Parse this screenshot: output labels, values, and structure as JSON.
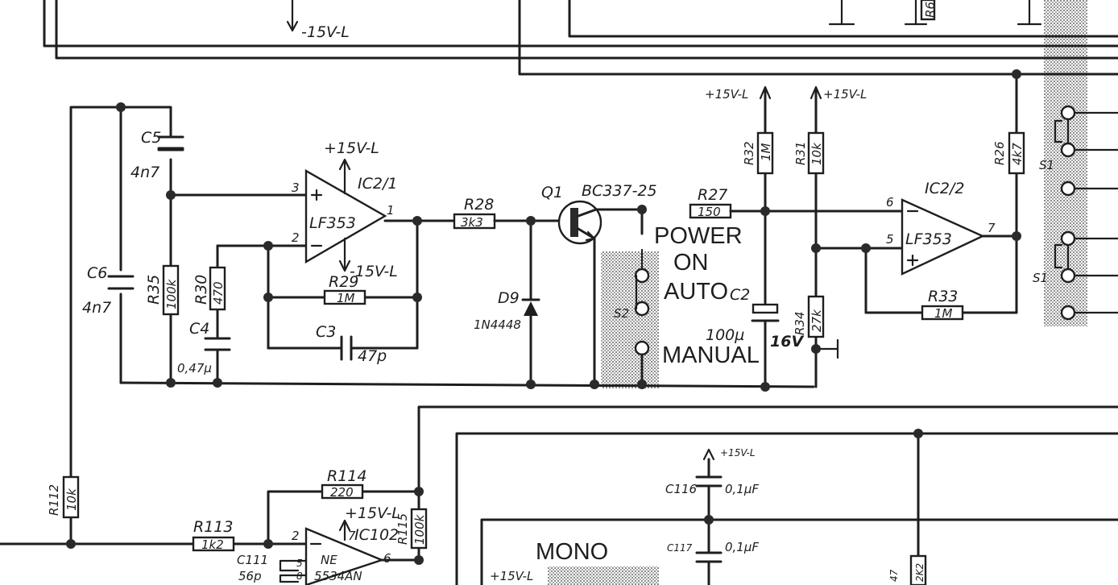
{
  "rails": {
    "neg_top": "-15V-L",
    "pos_r32": "+15V-L",
    "pos_r31": "+15V-L",
    "pos_ic21": "+15V-L",
    "neg_ic21": "-15V-L",
    "pos_ic102": "+15V-L",
    "pos_c116": "+15V-L",
    "pos_mono": "+15V-L"
  },
  "capacitors": {
    "c5": {
      "ref": "C5",
      "value": "4n7"
    },
    "c6": {
      "ref": "C6",
      "value": "4n7"
    },
    "c4": {
      "ref": "C4",
      "value": "0,47µ"
    },
    "c3": {
      "ref": "C3",
      "value": "47p"
    },
    "c2": {
      "ref": "C2",
      "value": "100µ",
      "voltage": "16V"
    },
    "c116": {
      "ref": "C116",
      "value": "0,1µF"
    },
    "c117": {
      "ref": "C117",
      "value": "0,1µF"
    },
    "c111": {
      "ref": "C111",
      "value": "56p"
    }
  },
  "resistors": {
    "r35": {
      "ref": "R35",
      "value": "100k"
    },
    "r30": {
      "ref": "R30",
      "value": "470"
    },
    "r29": {
      "ref": "R29",
      "value": "1M"
    },
    "r28": {
      "ref": "R28",
      "value": "3k3"
    },
    "r27": {
      "ref": "R27",
      "value": "150"
    },
    "r32": {
      "ref": "R32",
      "value": "1M"
    },
    "r31": {
      "ref": "R31",
      "value": "10k"
    },
    "r34": {
      "ref": "R34",
      "value": "27k"
    },
    "r33": {
      "ref": "R33",
      "value": "1M"
    },
    "r26": {
      "ref": "R26",
      "value": "4k7"
    },
    "r112": {
      "ref": "R112",
      "value": "10k"
    },
    "r113": {
      "ref": "R113",
      "value": "1k2"
    },
    "r114": {
      "ref": "R114",
      "value": "220"
    },
    "r115": {
      "ref": "R115",
      "value": "100k"
    }
  },
  "opamps": {
    "ic21": {
      "ref": "IC2/1",
      "type": "LF353",
      "pin_in_pos": "3",
      "pin_in_neg": "2",
      "pin_out": "1"
    },
    "ic22": {
      "ref": "IC2/2",
      "type": "LF353",
      "pin_in_neg": "6",
      "pin_in_pos": "5",
      "pin_out": "7"
    },
    "ic102": {
      "ref": "IC102",
      "type_line1": "NE",
      "type_line2": "5534AN",
      "pin_in": "2",
      "pin_out": "6",
      "pin_supply": "7",
      "pin_comp_a": "5",
      "pin_comp_b": "8"
    }
  },
  "semis": {
    "q1": {
      "ref": "Q1",
      "type": "BC337-25"
    },
    "d9": {
      "ref": "D9",
      "type": "1N4448"
    }
  },
  "switches": {
    "s2": "S2",
    "s1a": "S1",
    "s1b": "S1",
    "power_on": "POWER ON",
    "auto": "AUTO",
    "manual": "MANUAL",
    "mono": "MONO"
  },
  "cut_off": {
    "r6x": "R6",
    "r_bottom_right": "2K2",
    "r_bottom_right_partial": "47"
  }
}
